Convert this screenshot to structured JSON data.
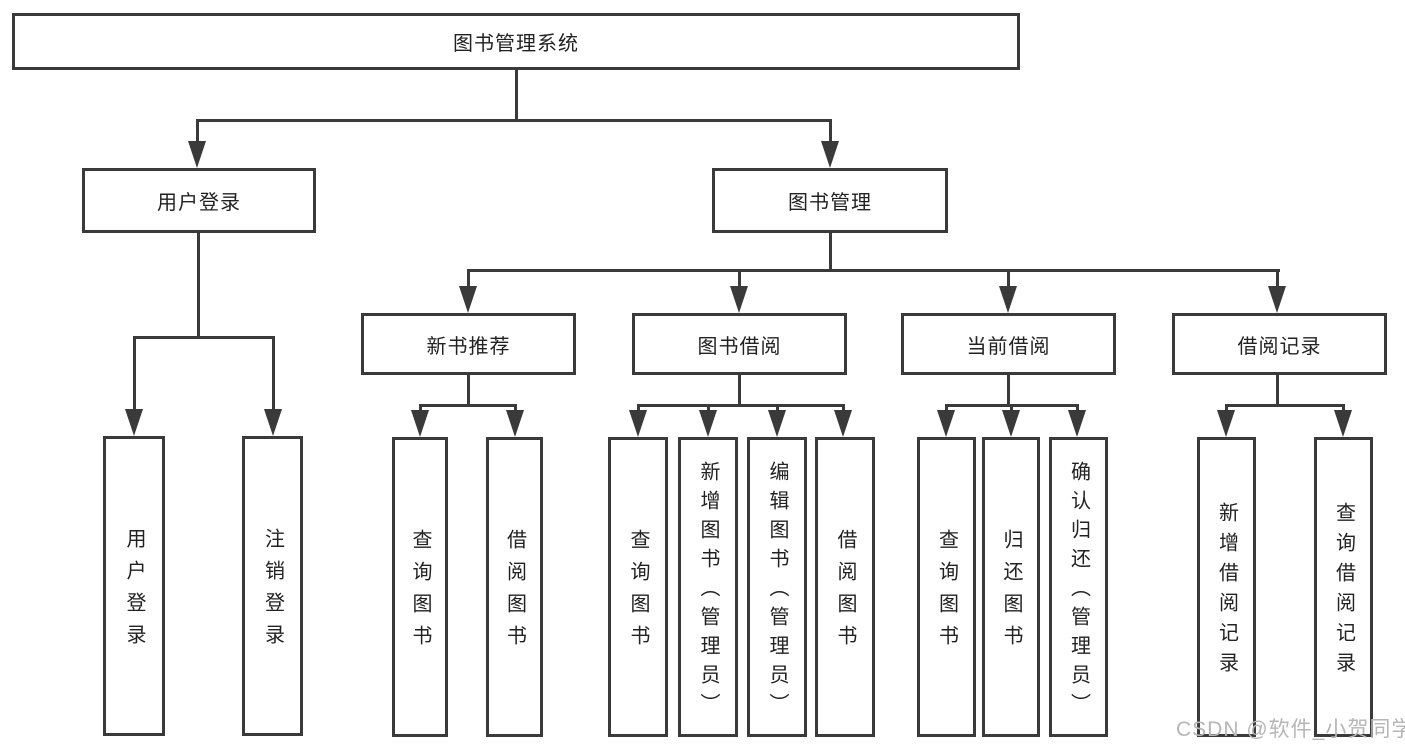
{
  "diagram": {
    "root": "图书管理系统",
    "user": {
      "label": "用户登录",
      "children": [
        "用户登录",
        "注销登录"
      ]
    },
    "books": {
      "label": "图书管理",
      "groups": [
        {
          "label": "新书推荐",
          "children": [
            "查询图书",
            "借阅图书"
          ]
        },
        {
          "label": "图书借阅",
          "children": [
            "查询图书",
            "新增图书（管理员）",
            "编辑图书（管理员）",
            "借阅图书"
          ]
        },
        {
          "label": "当前借阅",
          "children": [
            "查询图书",
            "归还图书",
            "确认归还（管理员）"
          ]
        },
        {
          "label": "借阅记录",
          "children": [
            "新增借阅记录",
            "查询借阅记录"
          ]
        }
      ]
    }
  },
  "watermark": {
    "text": "CSDN @软件_小贺同学"
  },
  "colors": {
    "line": "#3a3a3a",
    "text": "#222222",
    "background": "#ffffff",
    "watermark": "#b6b6b6"
  }
}
